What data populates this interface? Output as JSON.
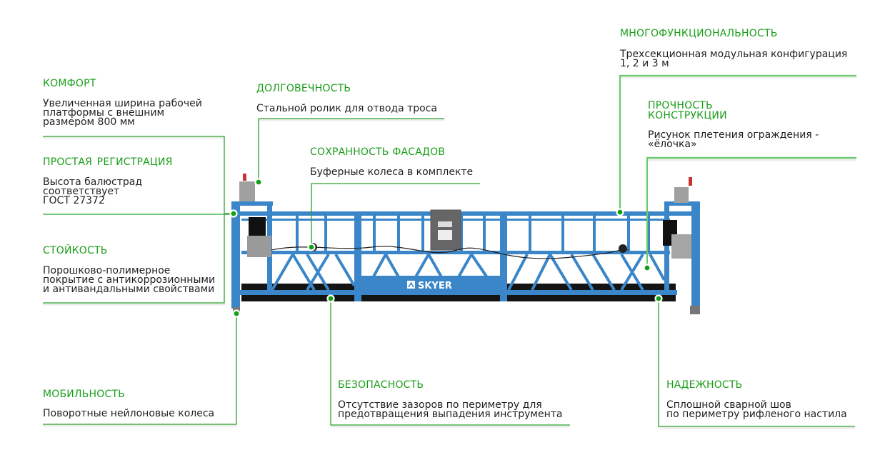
{
  "colors": {
    "accent_green": "#1a9e1a",
    "text_dark": "#222222",
    "platform_blue": "#3a86c8",
    "deck_black": "#141414"
  },
  "brand": {
    "logo_text": "SKYER"
  },
  "features": [
    {
      "id": "comfort",
      "title": "КОМФОРТ",
      "lines": [
        "Увеличенная ширина рабочей",
        "платформы с внешним",
        "размером 800 мм"
      ]
    },
    {
      "id": "registration",
      "title": "ПРОСТАЯ  РЕГИСТРАЦИЯ",
      "lines": [
        "Высота балюстрад",
        "соответствует",
        "ГОСТ 27372"
      ]
    },
    {
      "id": "resistance",
      "title": "СТОЙКОСТЬ",
      "lines": [
        "Порошково-полимерное",
        "покрытие с антикоррозионными",
        "и антивандальными свойствами"
      ]
    },
    {
      "id": "mobility",
      "title": "МОБИЛЬНОСТЬ",
      "lines": [
        "Поворотные нейлоновые колеса"
      ]
    },
    {
      "id": "durability",
      "title": "ДОЛГОВЕЧНОСТЬ",
      "lines": [
        "Стальной ролик для отвода троса"
      ]
    },
    {
      "id": "facades",
      "title": "СОХРАННОСТЬ ФАСАДОВ",
      "lines": [
        "Буферные колеса в комплекте"
      ]
    },
    {
      "id": "safety",
      "title": "БЕЗОПАСНОСТЬ",
      "lines": [
        "Отсутствие зазоров по периметру для",
        "предотвращения выпадения инструмента"
      ]
    },
    {
      "id": "multifunction",
      "title": "МНОГОФУНКЦИОНАЛЬНОСТЬ",
      "lines": [
        "Трехсекционная модульная конфигурация",
        "1, 2 и 3 м"
      ]
    },
    {
      "id": "strength",
      "title": "ПРОЧНОСТЬ\nКОНСТРУКЦИИ",
      "title_lines": [
        "ПРОЧНОСТЬ",
        "КОНСТРУКЦИИ"
      ],
      "lines": [
        "Рисунок плетения ограждения -",
        "«ёлочка»"
      ]
    },
    {
      "id": "reliability",
      "title": "НАДЕЖНОСТЬ",
      "lines": [
        "Сплошной сварной шов",
        "по периметру рифленого настила"
      ]
    }
  ]
}
